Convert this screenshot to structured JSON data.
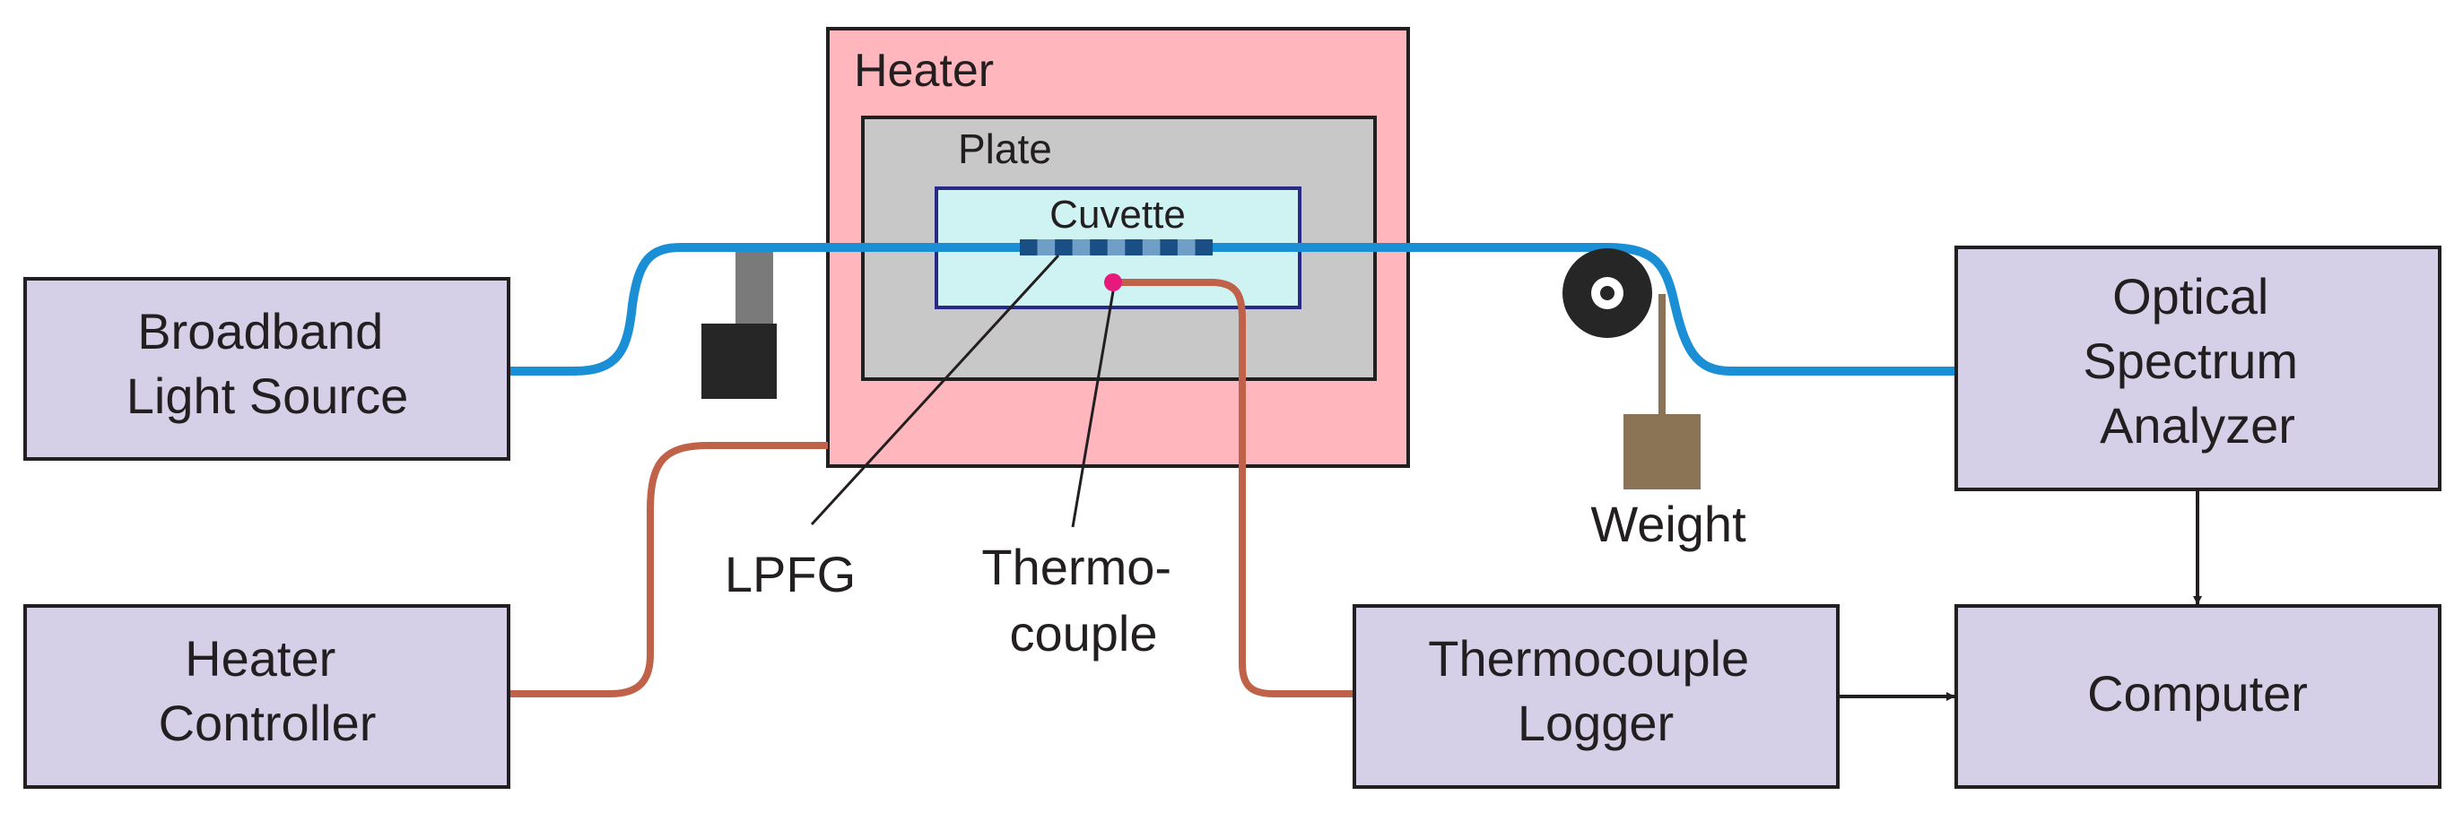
{
  "colors": {
    "box_fill": "#d5cfe8",
    "heater_fill": "#ffb6bd",
    "plate_fill": "#c8c8c8",
    "cuvette_fill": "#cff2f2",
    "cuvette_stroke": "#2a2a86",
    "fiber": "#1b8fd6",
    "wire": "#c0624a",
    "grating_dark": "#1a4f86",
    "grating_light": "#6f9fc7",
    "thermocouple_tip": "#e8197d",
    "weight": "#8b7355",
    "clamp_dark": "#262626",
    "clamp_gray": "#7a7a7a",
    "pulley": "#262626"
  },
  "blocks": {
    "light_source": {
      "line1": "Broadband",
      "line2": "Light Source"
    },
    "heater_controller": {
      "line1": "Heater",
      "line2": "Controller"
    },
    "osa": {
      "line1": "Optical",
      "line2": "Spectrum",
      "line3": "Analyzer"
    },
    "computer": {
      "label": "Computer"
    },
    "tc_logger": {
      "line1": "Thermocouple",
      "line2": "Logger"
    }
  },
  "heater": {
    "label": "Heater"
  },
  "plate": {
    "label": "Plate"
  },
  "cuvette": {
    "label": "Cuvette"
  },
  "callouts": {
    "lpfg": "LPFG",
    "thermocouple_line1": "Thermo-",
    "thermocouple_line2": "couple",
    "weight": "Weight"
  },
  "icons": {
    "pulley": "pulley-icon",
    "weight": "weight-icon",
    "clamp": "fiber-clamp-icon"
  }
}
